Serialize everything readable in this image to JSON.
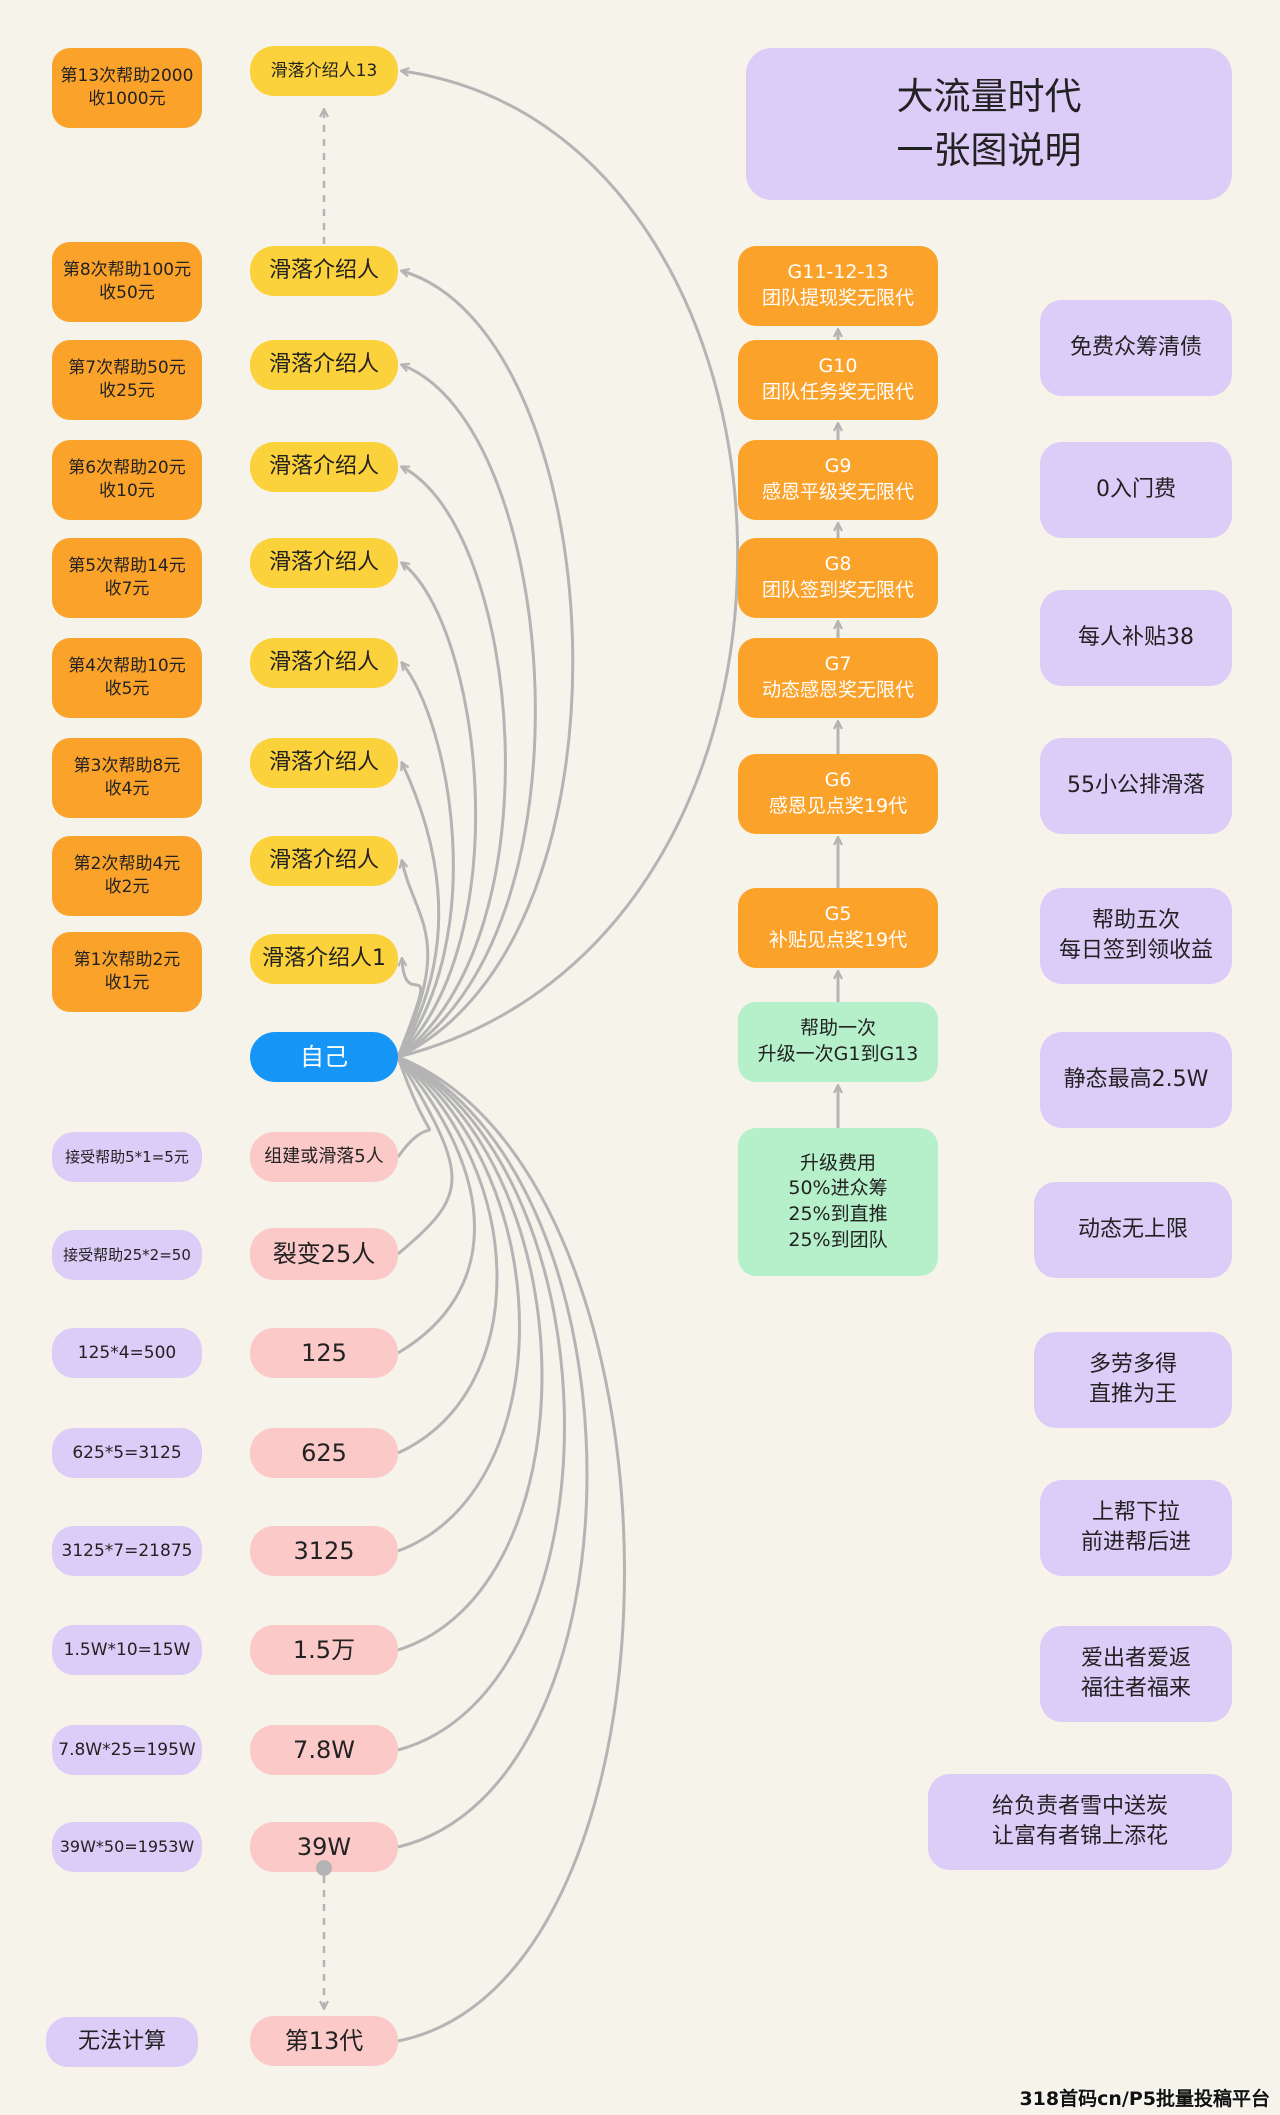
{
  "title": {
    "line1": "大流量时代",
    "line2": "一张图说明"
  },
  "help_amounts": [
    {
      "line1": "第13次帮助2000",
      "line2": "收1000元"
    },
    {
      "line1": "第8次帮助100元",
      "line2": "收50元"
    },
    {
      "line1": "第7次帮助50元",
      "line2": "收25元"
    },
    {
      "line1": "第6次帮助20元",
      "line2": "收10元"
    },
    {
      "line1": "第5次帮助14元",
      "line2": "收7元"
    },
    {
      "line1": "第4次帮助10元",
      "line2": "收5元"
    },
    {
      "line1": "第3次帮助8元",
      "line2": "收4元"
    },
    {
      "line1": "第2次帮助4元",
      "line2": "收2元"
    },
    {
      "line1": "第1次帮助2元",
      "line2": "收1元"
    }
  ],
  "referrers": [
    "滑落介绍人13",
    "滑落介绍人",
    "滑落介绍人",
    "滑落介绍人",
    "滑落介绍人",
    "滑落介绍人",
    "滑落介绍人",
    "滑落介绍人",
    "滑落介绍人1"
  ],
  "self_label": "自己",
  "downline": [
    "组建或滑落5人",
    "裂变25人",
    "125",
    "625",
    "3125",
    "1.5万",
    "7.8W",
    "39W",
    "第13代"
  ],
  "formulas": [
    "接受帮助5*1=5元",
    "接受帮助25*2=50",
    "125*4=500",
    "625*5=3125",
    "3125*7=21875",
    "1.5W*10=15W",
    "7.8W*25=195W",
    "39W*50=1953W",
    "无法计算"
  ],
  "levels": [
    {
      "line1": "G11-12-13",
      "line2": "团队提现奖无限代"
    },
    {
      "line1": "G10",
      "line2": "团队任务奖无限代"
    },
    {
      "line1": "G9",
      "line2": "感恩平级奖无限代"
    },
    {
      "line1": "G8",
      "line2": "团队签到奖无限代"
    },
    {
      "line1": "G7",
      "line2": "动态感恩奖无限代"
    },
    {
      "line1": "G6",
      "line2": "感恩见点奖19代"
    },
    {
      "line1": "G5",
      "line2": "补贴见点奖19代"
    },
    {
      "line1": "帮助一次",
      "line2": "升级一次G1到G13"
    }
  ],
  "upgrade_fee": {
    "line1": "升级费用",
    "line2": "50%进众筹",
    "line3": "25%到直推",
    "line4": "25%到团队"
  },
  "features": [
    {
      "line1": "免费众筹清债",
      "line2": ""
    },
    {
      "line1": "0入门费",
      "line2": ""
    },
    {
      "line1": "每人补贴38",
      "line2": ""
    },
    {
      "line1": "55小公排滑落",
      "line2": ""
    },
    {
      "line1": "帮助五次",
      "line2": "每日签到领收益"
    },
    {
      "line1": "静态最高2.5W",
      "line2": ""
    },
    {
      "line1": "动态无上限",
      "line2": ""
    },
    {
      "line1": "多劳多得",
      "line2": "直推为王"
    },
    {
      "line1": "上帮下拉",
      "line2": "前进帮后进"
    },
    {
      "line1": "爱出者爱返",
      "line2": "福往者福来"
    },
    {
      "line1": "给负责者雪中送炭",
      "line2": "让富有者锦上添花"
    }
  ],
  "watermark": "318首码cn/P5批量投稿平台",
  "colors": {
    "orange": "#fba22b",
    "yellow": "#fbd23c",
    "purple": "#dcccf8",
    "pink": "#fcc9c9",
    "green": "#b6f0ca",
    "blue": "#1596f6",
    "connector": "#b4b4b4",
    "background": "#f6f3ea"
  }
}
